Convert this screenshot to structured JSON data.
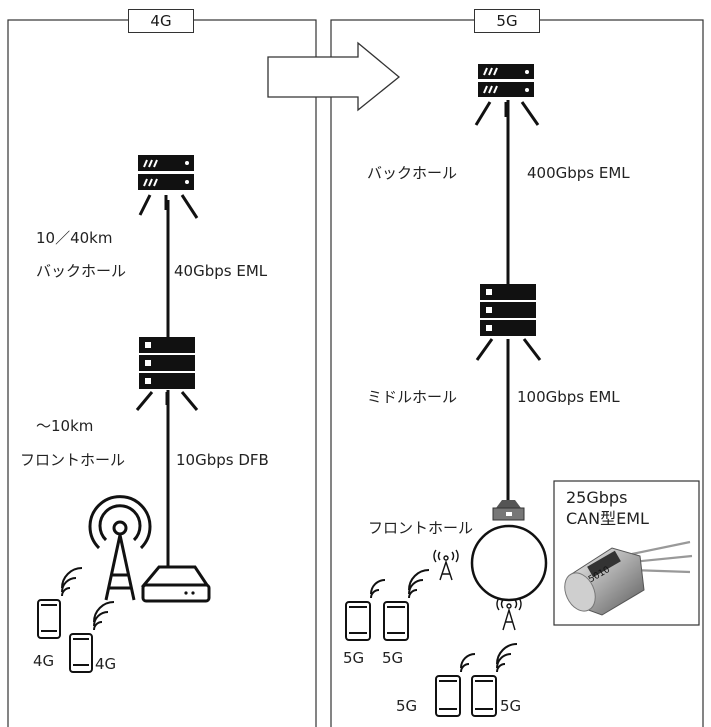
{
  "panels": {
    "left_title": "4G",
    "right_title": "5G"
  },
  "left": {
    "distance_backhaul": "10／40km",
    "backhaul_label": "バックホール",
    "backhaul_spec": "40Gbps EML",
    "distance_fronthaul": "～10km",
    "fronthaul_label": "フロントホール",
    "fronthaul_spec": "10Gbps DFB",
    "phone_labels": [
      "4G",
      "4G"
    ]
  },
  "right": {
    "backhaul_label": "バックホール",
    "backhaul_spec": "400Gbps EML",
    "midhaul_label": "ミドルホール",
    "midhaul_spec": "100Gbps EML",
    "fronthaul_label": "フロントホール",
    "phone_labels": [
      "5G",
      "5G",
      "5G",
      "5G"
    ]
  },
  "inset": {
    "title_line1": "25Gbps",
    "title_line2": "CAN型EML",
    "chip_marking": "5010"
  },
  "icons": [
    "server-icon",
    "radio-tower-icon",
    "router-icon",
    "smartphone-icon",
    "arrow-right-icon"
  ]
}
